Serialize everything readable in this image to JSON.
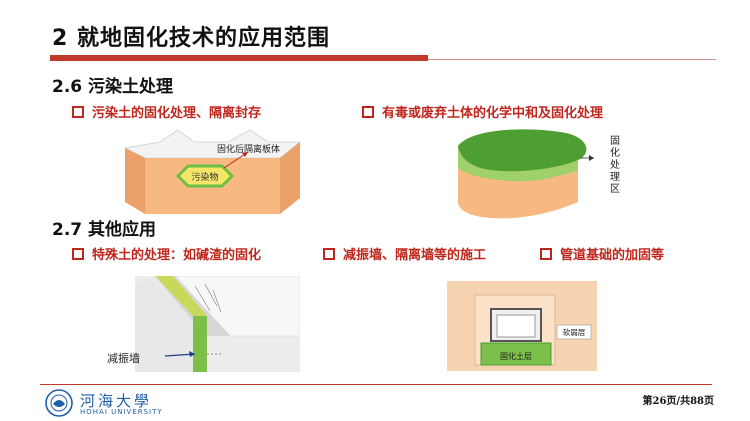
{
  "slide": {
    "title": "2  就地固化技术的应用范围"
  },
  "sections": [
    {
      "heading": "2.6  污染土处理",
      "bullets": [
        "污染土的固化处理、隔离封存",
        "有毒或废弃土体的化学中和及固化处理"
      ]
    },
    {
      "heading": "2.7  其他应用",
      "bullets": [
        "特殊土的处理：如碱渣的固化",
        "减振墙、隔离墙等的施工",
        "管道基础的加固等"
      ]
    }
  ],
  "figures": {
    "fig1": {
      "label_board": "固化后隔离板体",
      "label_pollutant": "污染物"
    },
    "fig2": {
      "label_zone": "固化处理区"
    },
    "fig3": {
      "label_wall": "减振墙"
    },
    "fig4": {
      "label_soft": "软弱层",
      "label_solid": "固化土层"
    }
  },
  "footer": {
    "logo_text": "河海大學",
    "logo_sub": "HOHAI UNIVERSITY",
    "page": "第26页/共88页"
  },
  "colors": {
    "accent": "#c0261d",
    "soil": "#f6b27a",
    "green": "#7cc04b"
  }
}
